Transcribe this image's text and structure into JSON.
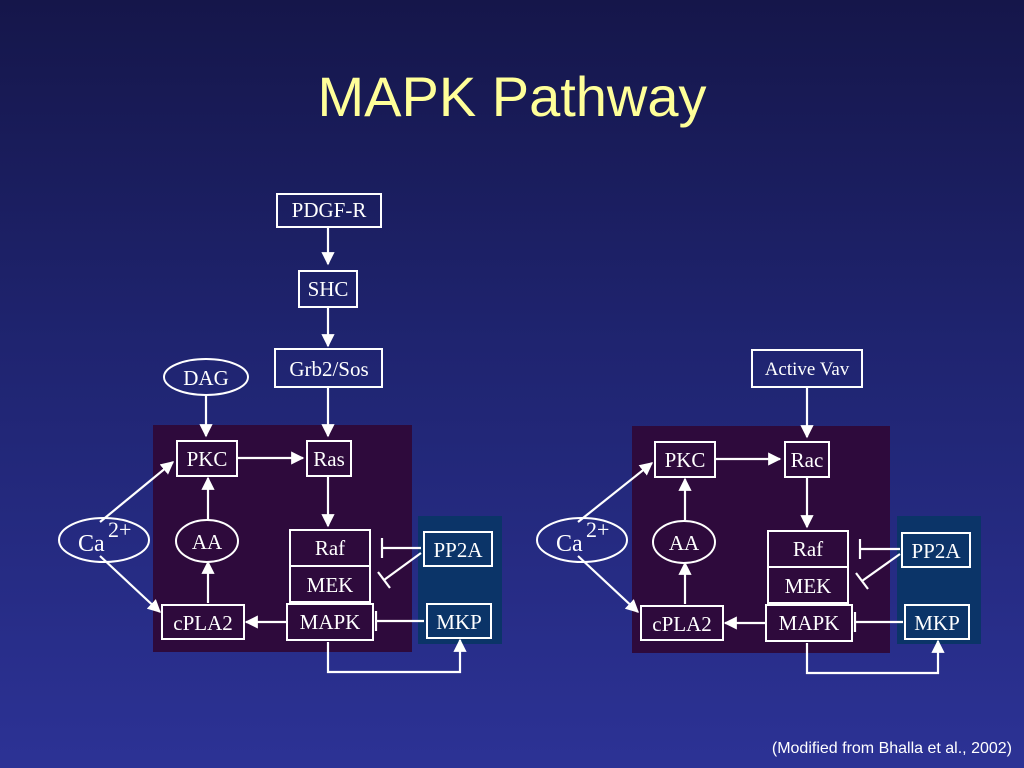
{
  "title": "MAPK Pathway",
  "citation": "(Modified from Bhalla et al., 2002)",
  "colors": {
    "title": "#ffff99",
    "background": "#1f2470",
    "core_box": "#2e0a3c",
    "phosphatase_box": "#0b3468",
    "line": "#ffffff"
  },
  "left": {
    "receptor": "PDGF-R",
    "adaptor": "SHC",
    "gef": "Grb2/Sos",
    "dag": "DAG",
    "pkc": "PKC",
    "gtpase": "Ras",
    "ca": "Ca",
    "ca_sup": "2+",
    "aa": "AA",
    "raf": "Raf",
    "mek": "MEK",
    "mapk": "MAPK",
    "cpla2": "cPLA2",
    "pp2a": "PP2A",
    "mkp": "MKP"
  },
  "right": {
    "activator": "Active Vav",
    "pkc": "PKC",
    "gtpase": "Rac",
    "ca": "Ca",
    "ca_sup": "2+",
    "aa": "AA",
    "raf": "Raf",
    "mek": "MEK",
    "mapk": "MAPK",
    "cpla2": "cPLA2",
    "pp2a": "PP2A",
    "mkp": "MKP"
  }
}
